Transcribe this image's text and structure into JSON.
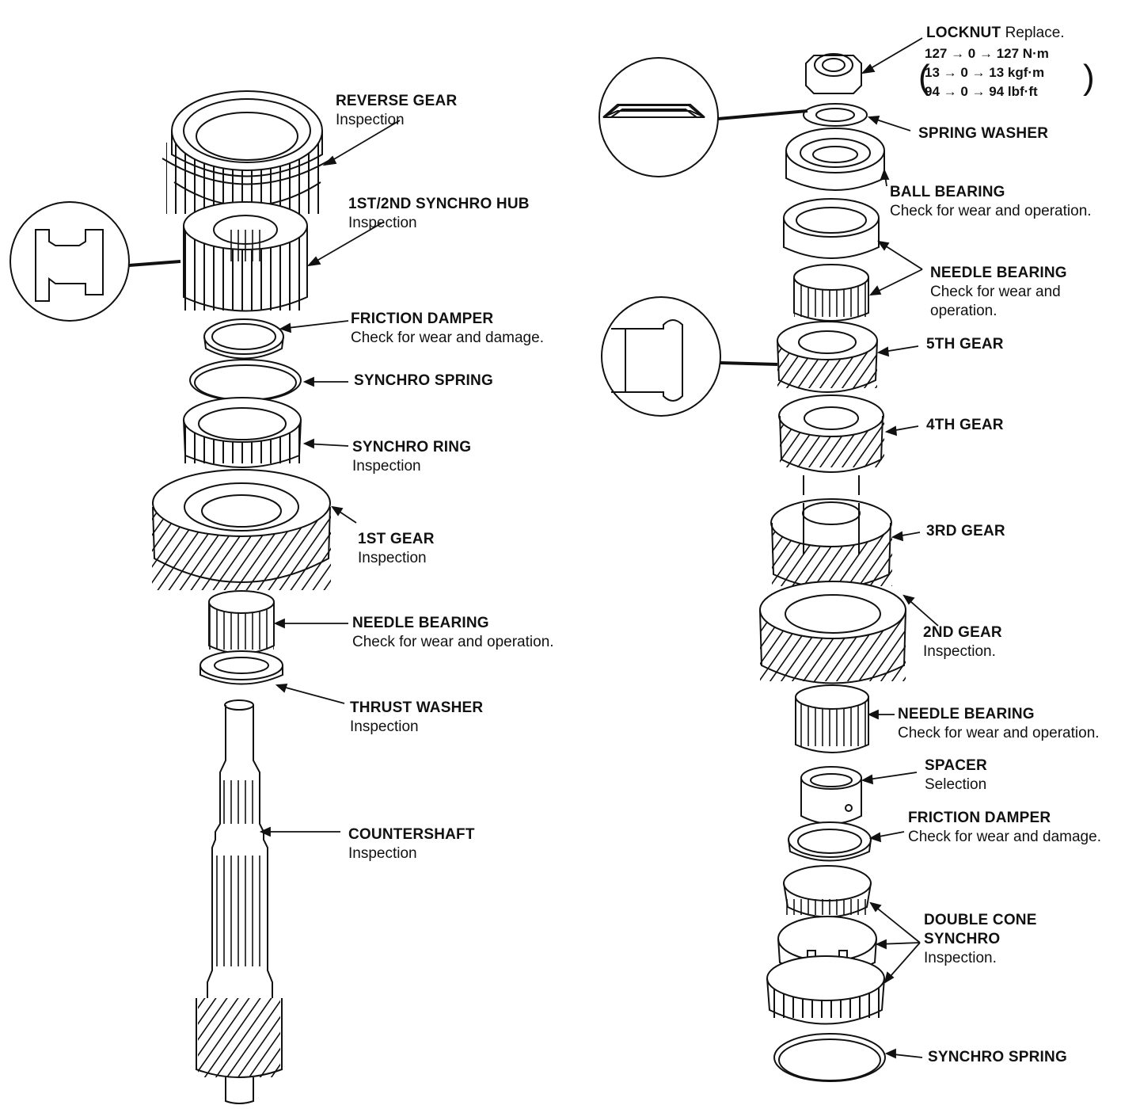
{
  "left_labels": [
    {
      "title": "REVERSE GEAR",
      "sub": "Inspection"
    },
    {
      "title": "1ST/2ND SYNCHRO HUB",
      "sub": "Inspection"
    },
    {
      "title": "FRICTION DAMPER",
      "sub": "Check for wear and damage."
    },
    {
      "title": "SYNCHRO SPRING",
      "sub": ""
    },
    {
      "title": "SYNCHRO RING",
      "sub": "Inspection"
    },
    {
      "title": "1ST GEAR",
      "sub": "Inspection"
    },
    {
      "title": "NEEDLE BEARING",
      "sub": "Check for wear and operation."
    },
    {
      "title": "THRUST WASHER",
      "sub": "Inspection"
    },
    {
      "title": "COUNTERSHAFT",
      "sub": "Inspection"
    }
  ],
  "right_labels": {
    "locknut": {
      "title": "LOCKNUT",
      "sub": "Replace.",
      "torque": [
        "127 → 0 → 127 N·m",
        "13 → 0 → 13 kgf·m",
        "94 → 0 → 94 lbf·ft"
      ],
      "paren_open": "(",
      "paren_close": ")"
    },
    "spring_washer": {
      "title": "SPRING WASHER",
      "sub": ""
    },
    "ball_bearing": {
      "title": "BALL BEARING",
      "sub": "Check for wear and operation."
    },
    "needle_bearing_top": {
      "title": "NEEDLE BEARING",
      "sub": "Check for wear and",
      "sub2": "operation."
    },
    "fifth_gear": {
      "title": "5TH GEAR"
    },
    "fourth_gear": {
      "title": "4TH GEAR"
    },
    "third_gear": {
      "title": "3RD GEAR"
    },
    "second_gear": {
      "title": "2ND GEAR",
      "sub": "Inspection."
    },
    "needle_bearing_bottom": {
      "title": "NEEDLE BEARING",
      "sub": "Check for wear and operation."
    },
    "spacer": {
      "title": "SPACER",
      "sub": "Selection"
    },
    "friction_damper": {
      "title": "FRICTION DAMPER",
      "sub": "Check for wear and damage."
    },
    "double_cone": {
      "title": "DOUBLE CONE",
      "title2": "SYNCHRO",
      "sub": "Inspection."
    },
    "synchro_spring": {
      "title": "SYNCHRO SPRING"
    }
  },
  "colors": {
    "ink": "#111111",
    "paper": "#ffffff"
  }
}
